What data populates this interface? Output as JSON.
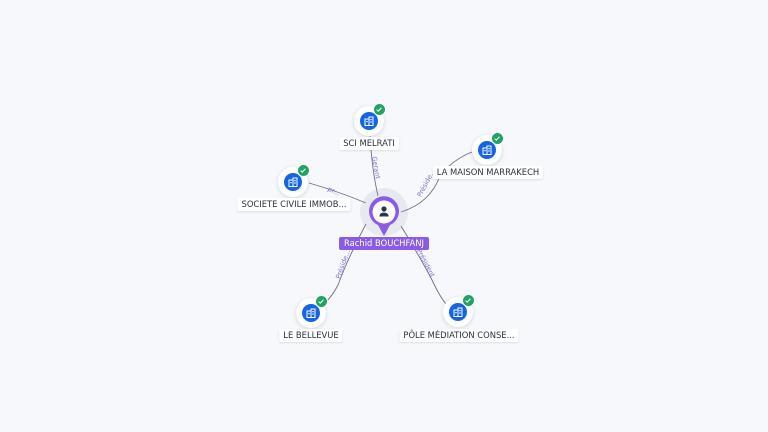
{
  "person": {
    "name": "Rachid BOUCHFANJ"
  },
  "companies": [
    {
      "id": "sci",
      "name": "SCI MELRATI"
    },
    {
      "id": "maison",
      "name": "LA MAISON MARRAKECH"
    },
    {
      "id": "societe",
      "name": "SOCIETE CIVILE IMMOB..."
    },
    {
      "id": "bellevue",
      "name": "LE BELLEVUE"
    },
    {
      "id": "pole",
      "name": "PÔLE MÉDIATION CONSE..."
    }
  ],
  "relations": [
    {
      "to": "sci",
      "label": "Gerant"
    },
    {
      "to": "maison",
      "label": "Préside..."
    },
    {
      "to": "societe",
      "label": "pr..."
    },
    {
      "to": "bellevue",
      "label": "Préside..."
    },
    {
      "to": "pole",
      "label": "Président"
    }
  ],
  "colors": {
    "company_icon": "#1565e0",
    "verified_badge": "#1fa463",
    "person_accent": "#8a5be6",
    "relation_label": "#7b6fd6"
  },
  "icons": {
    "company": "building-icon",
    "person": "person-icon",
    "verified": "check-icon"
  }
}
